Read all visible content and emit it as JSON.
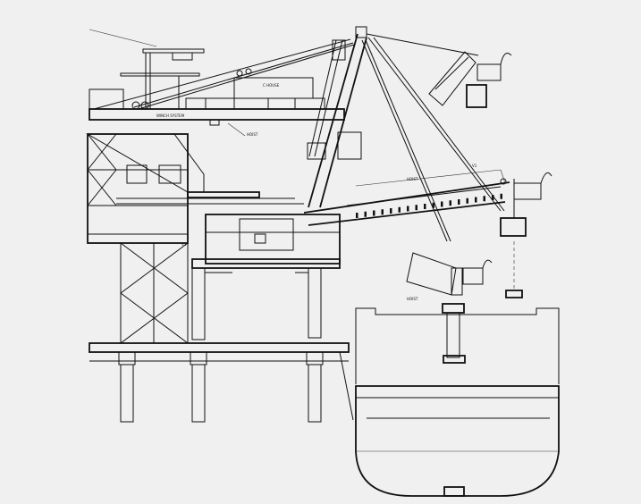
{
  "drawing": {
    "labels": {
      "winch": "WINCH SYSTEM",
      "house": "C HOUSE",
      "hoist": "HOIST",
      "view1": "V1",
      "view2": "V1"
    },
    "colors": {
      "background": "#f0f0f0",
      "line": "#111111"
    }
  }
}
